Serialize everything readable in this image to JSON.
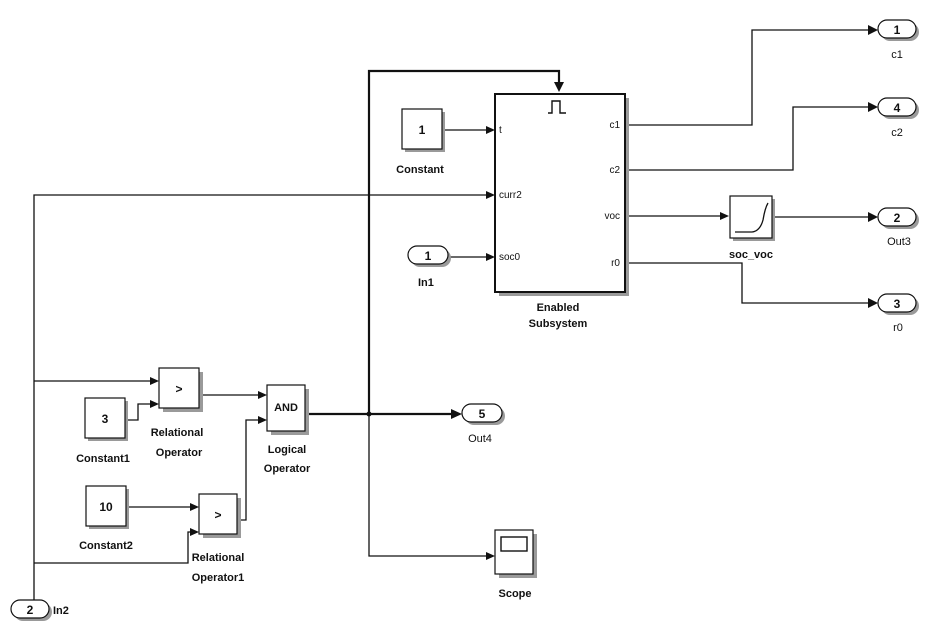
{
  "blocks": {
    "constant": {
      "value": "1",
      "label": "Constant"
    },
    "constant1": {
      "value": "3",
      "label": "Constant1"
    },
    "constant2": {
      "value": "10",
      "label": "Constant2"
    },
    "in1": {
      "number": "1",
      "label": "In1"
    },
    "in2": {
      "number": "2",
      "label": "In2"
    },
    "enabled_subsystem": {
      "label_line1": "Enabled",
      "label_line2": "Subsystem",
      "enable_symbol": "⎍",
      "inputs": [
        "t",
        "curr2",
        "soc0"
      ],
      "outputs": [
        "c1",
        "c2",
        "voc",
        "r0"
      ]
    },
    "soc_voc": {
      "label": "soc_voc"
    },
    "relational_operator": {
      "symbol": ">",
      "label_line1": "Relational",
      "label_line2": "Operator"
    },
    "relational_operator1": {
      "symbol": ">",
      "label_line1": "Relational",
      "label_line2": "Operator1"
    },
    "logical_operator": {
      "op": "AND",
      "label_line1": "Logical",
      "label_line2": "Operator"
    },
    "scope": {
      "label": "Scope"
    },
    "out_c1": {
      "number": "1",
      "label": "c1"
    },
    "out_c2": {
      "number": "4",
      "label": "c2"
    },
    "out3": {
      "number": "2",
      "label": "Out3"
    },
    "out_r0": {
      "number": "3",
      "label": "r0"
    },
    "out4": {
      "number": "5",
      "label": "Out4"
    }
  },
  "colors": {
    "line": "#111111",
    "block_fill": "#ffffff",
    "shadow": "#9a9a9a",
    "background": "#ffffff"
  }
}
